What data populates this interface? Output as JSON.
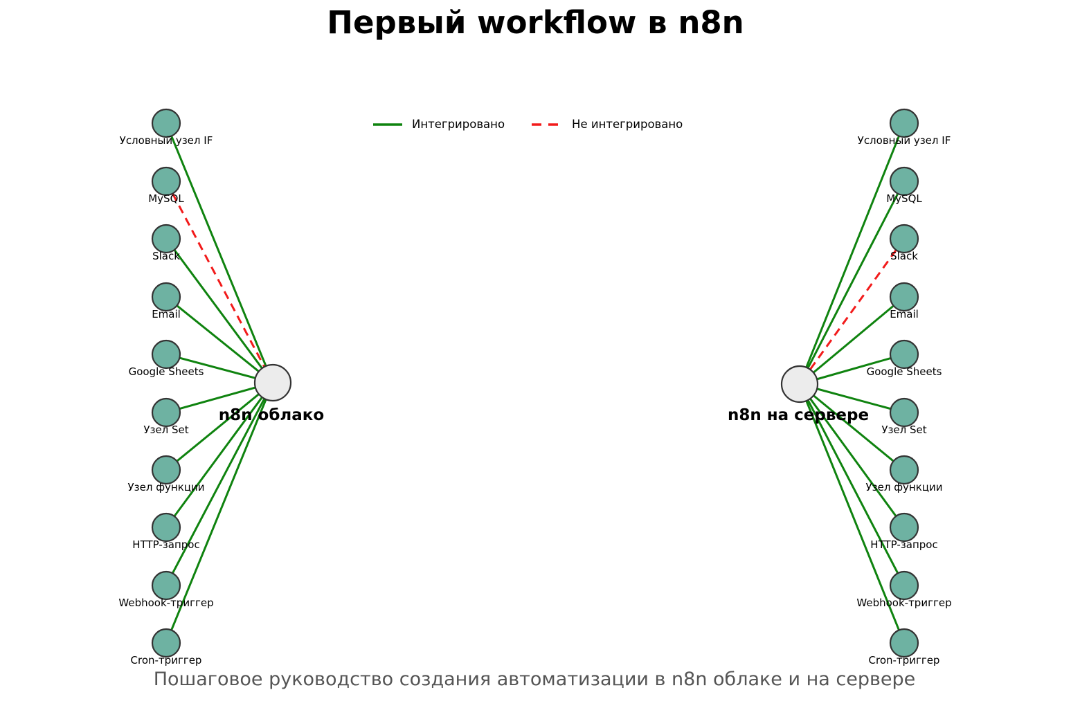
{
  "title": "Первый workflow в n8n",
  "subtitle": "Пошаговое руководство создания автоматизации в n8n облаке и на сервере",
  "legend": {
    "integrated_label": "Интегрировано",
    "not_integrated_label": "Не интегрировано"
  },
  "colors": {
    "integrated": "#0f830f",
    "not_integrated": "#f21b1b",
    "node_fill": "#6eb2a2",
    "node_stroke": "#333333",
    "hub_fill": "#ececec",
    "subtitle_color": "#555555"
  },
  "graphs": [
    {
      "hub_label": "n8n облако",
      "nodes": [
        {
          "label": "Условный узел IF",
          "status": "integrated"
        },
        {
          "label": "MySQL",
          "status": "not_integrated"
        },
        {
          "label": "Slack",
          "status": "integrated"
        },
        {
          "label": "Email",
          "status": "integrated"
        },
        {
          "label": "Google Sheets",
          "status": "integrated"
        },
        {
          "label": "Узел Set",
          "status": "integrated"
        },
        {
          "label": "Узел функции",
          "status": "integrated"
        },
        {
          "label": "HTTP-запрос",
          "status": "integrated"
        },
        {
          "label": "Webhook-триггер",
          "status": "integrated"
        },
        {
          "label": "Cron-триггер",
          "status": "integrated"
        }
      ]
    },
    {
      "hub_label": "n8n на сервере",
      "nodes": [
        {
          "label": "Условный узел IF",
          "status": "integrated"
        },
        {
          "label": "MySQL",
          "status": "integrated"
        },
        {
          "label": "Slack",
          "status": "not_integrated"
        },
        {
          "label": "Email",
          "status": "integrated"
        },
        {
          "label": "Google Sheets",
          "status": "integrated"
        },
        {
          "label": "Узел Set",
          "status": "integrated"
        },
        {
          "label": "Узел функции",
          "status": "integrated"
        },
        {
          "label": "HTTP-запрос",
          "status": "integrated"
        },
        {
          "label": "Webhook-триггер",
          "status": "integrated"
        },
        {
          "label": "Cron-триггер",
          "status": "integrated"
        }
      ]
    }
  ]
}
